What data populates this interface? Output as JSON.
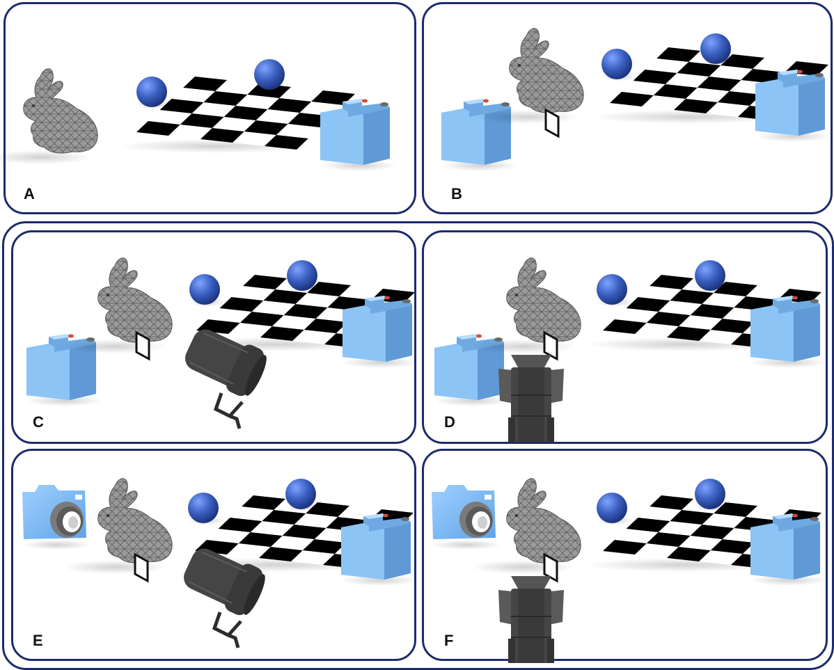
{
  "panels": [
    {
      "label": "A",
      "objects": [
        "bunny",
        "checkerboard",
        "sphere",
        "sphere",
        "light-box"
      ]
    },
    {
      "label": "B",
      "objects": [
        "light-box",
        "bunny",
        "mirror-card",
        "checkerboard",
        "sphere",
        "sphere",
        "light-box"
      ]
    },
    {
      "label": "C",
      "objects": [
        "light-box",
        "bunny",
        "mirror-card",
        "checkerboard",
        "sphere",
        "sphere",
        "light-box",
        "spotlight-side"
      ]
    },
    {
      "label": "D",
      "objects": [
        "light-box",
        "bunny",
        "mirror-card",
        "checkerboard",
        "sphere",
        "sphere",
        "light-box",
        "spotlight-front"
      ]
    },
    {
      "label": "E",
      "objects": [
        "camera",
        "bunny",
        "mirror-card",
        "checkerboard",
        "sphere",
        "sphere",
        "light-box",
        "spotlight-side"
      ]
    },
    {
      "label": "F",
      "objects": [
        "camera",
        "bunny",
        "mirror-card",
        "checkerboard",
        "sphere",
        "sphere",
        "light-box",
        "spotlight-front"
      ]
    }
  ],
  "colors": {
    "frame": "#1c2b6b",
    "box": "#7ab8ec",
    "sphere": "#3a5fc0",
    "bunny": "#8a8a8a",
    "spotlight": "#4a4a4a"
  }
}
